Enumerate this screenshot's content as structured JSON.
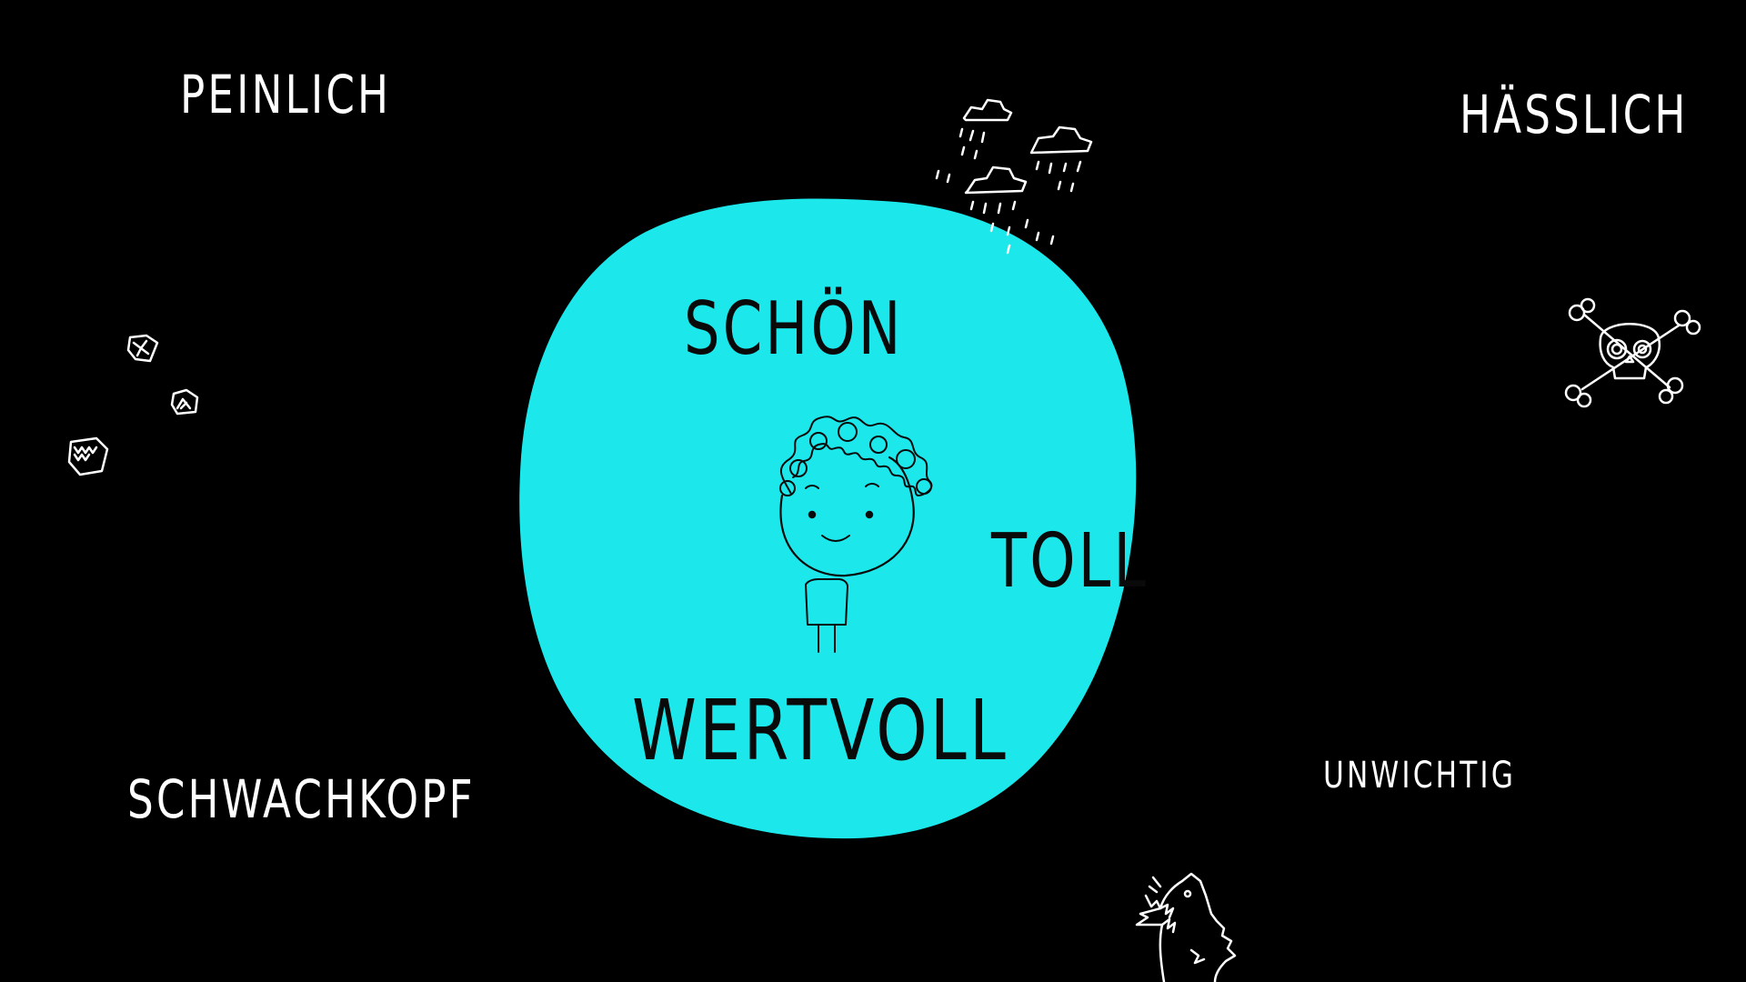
{
  "background_color": "#000000",
  "bubble_color": "#1ce8ec",
  "outer_words": {
    "peinlich": "PEINLICH",
    "haesslich": "HÄSSLICH",
    "schwachkopf": "SCHWACHKOPF",
    "unwichtig": "UNWICHTIG"
  },
  "inner_words": {
    "schoen": "SCHÖN",
    "toll": "TOLL",
    "wertvoll": "WERTVOLL"
  },
  "icons": [
    "rain-cloud-icon",
    "skull-crossbones-icon",
    "stone-icon",
    "monster-icon",
    "child-figure-icon"
  ]
}
